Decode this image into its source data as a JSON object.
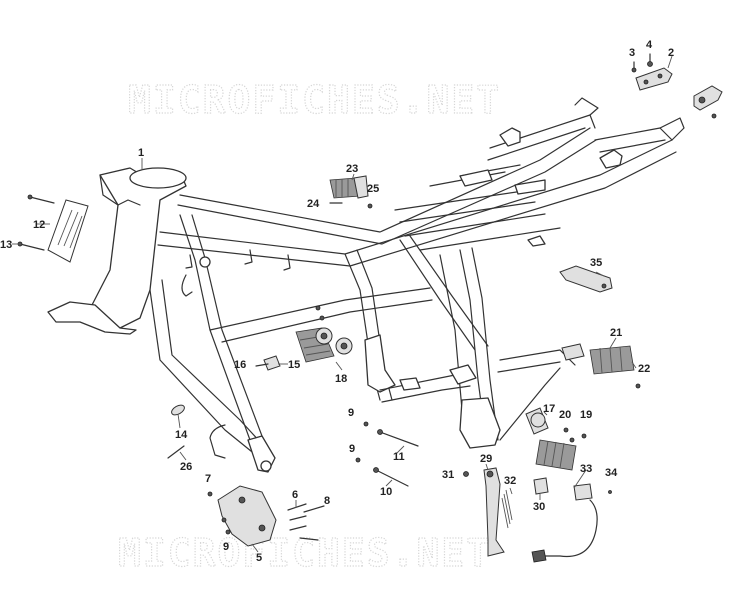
{
  "watermark": {
    "top": "MICROFICHES.NET",
    "bottom": "MICROFICHES.NET"
  },
  "callouts": {
    "c1": "1",
    "c2": "2",
    "c3": "3",
    "c4": "4",
    "c5": "5",
    "c6": "6",
    "c7": "7",
    "c8": "8",
    "c9a": "9",
    "c9b": "9",
    "c9c": "9",
    "c10": "10",
    "c11": "11",
    "c12": "12",
    "c13": "13",
    "c14": "14",
    "c15": "15",
    "c16": "16",
    "c17": "17",
    "c18": "18",
    "c19": "19",
    "c20": "20",
    "c21": "21",
    "c22": "22",
    "c23": "23",
    "c24": "24",
    "c25": "25",
    "c26": "26",
    "c29": "29",
    "c30": "30",
    "c31": "31",
    "c32": "32",
    "c33": "33",
    "c34": "34",
    "c35": "35"
  },
  "colors": {
    "line": "#333333",
    "watermark": "#d6d6d6",
    "background": "#ffffff"
  }
}
